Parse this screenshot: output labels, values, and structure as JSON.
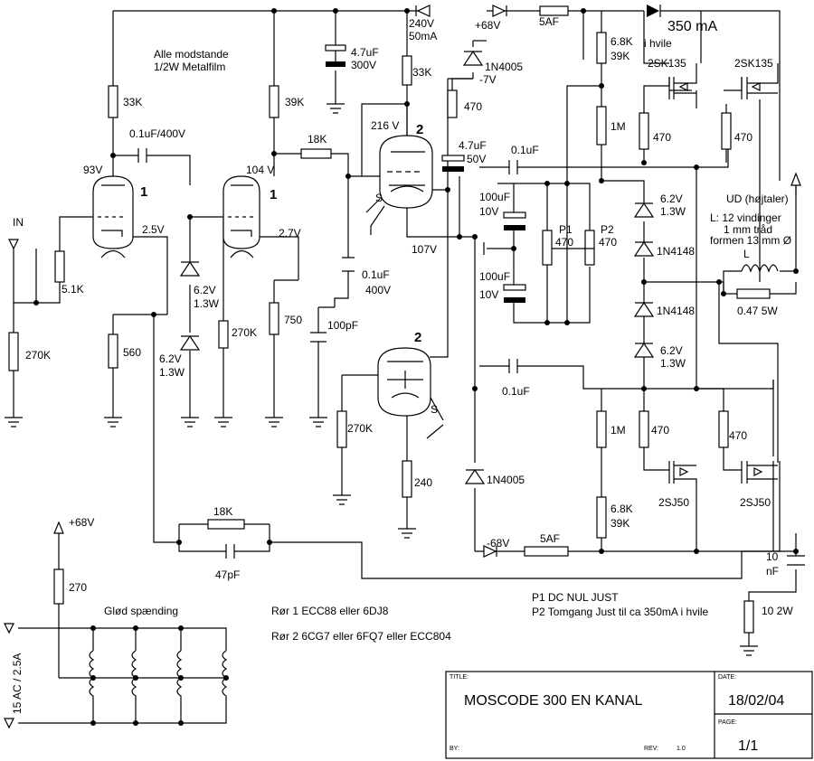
{
  "notes": {
    "resistor_note_1": "Alle modstande",
    "resistor_note_2": "1/2W Metalfilm",
    "tube1": "Rør 1 ECC88 eller 6DJ8",
    "tube2": "Rør 2 6CG7 eller 6FQ7 eller ECC804",
    "p1": "P1 DC NUL JUST",
    "p2": "P2 Tomgang Just til ca 350mA i hvile",
    "heater_title": "Glød spænding",
    "speaker": "UD (højtaler)",
    "coil_1": "L: 12 vindinger",
    "coil_2": "1 mm tråd",
    "coil_3": "formen 13 mm Ø",
    "idle_1": "350 mA",
    "idle_2": "i hvile"
  },
  "labels": {
    "in": "IN",
    "hv_240": "240V",
    "hv_50ma": "50mA",
    "v_68": "+68V",
    "v_68b": "+68V",
    "v_neg68": "-68V",
    "v_neg7": "-7V",
    "v_93": "93V",
    "v_104": "104 V",
    "v_25": "2.5V",
    "v_27": "2.7V",
    "v_216": "216 V",
    "v_107": "107V",
    "ac": "15 AC / 2.5A",
    "tube_1a": "1",
    "tube_1b": "1",
    "tube_2a": "2",
    "tube_2b": "2",
    "s1": "S",
    "s2": "S",
    "r33k_a": "33K",
    "r33k_b": "33K",
    "r39k": "39K",
    "r18k_a": "18K",
    "r18k_b": "18K",
    "r51k": "5.1K",
    "r270k_a": "270K",
    "r270k_b": "270K",
    "r270k_c": "270K",
    "r560": "560",
    "r750": "750",
    "r240": "240",
    "r270": "270",
    "r470_a": "470",
    "r470_b": "470",
    "r470_c": "470",
    "r470_d": "470",
    "r470_e": "470",
    "r1m_a": "1M",
    "r1m_b": "1M",
    "r68k_a": "6.8K",
    "r39k_a": "39K",
    "r68k_b": "6.8K",
    "r39k_b": "39K",
    "r047": "0.47 5W",
    "r10": "10 2W",
    "c01_400": "0.1uF/400V",
    "c47_300a": "4.7uF",
    "c47_300b": "300V",
    "c01b": "0.1uF",
    "c01b2": "400V",
    "c100pf": "100pF",
    "c47_50a": "4.7uF",
    "c47_50b": "50V",
    "c01c": "0.1uF",
    "c01d": "0.1uF",
    "c100u_a": "100uF",
    "c100u_a2": "10V",
    "c100u_b": "100uF",
    "c100u_b2": "10V",
    "c47pf": "47pF",
    "c10nf_a": "10",
    "c10nf_b": "nF",
    "z62_a": "6.2V",
    "z62_a2": "1.3W",
    "z62_b": "6.2V",
    "z62_b2": "1.3W",
    "z62_c": "6.2V",
    "z62_c2": "1.3W",
    "z62_d": "6.2V",
    "z62_d2": "1.3W",
    "d4005_a": "1N4005",
    "d4005_b": "1N4005",
    "d4148_a": "1N4148",
    "d4148_b": "1N4148",
    "fuse_a": "5AF",
    "fuse_b": "5AF",
    "p1": "P1",
    "p1v": "470",
    "p2": "P2",
    "p2v": "470",
    "q1": "2SK135",
    "q2": "2SK135",
    "q3": "2SJ50",
    "q4": "2SJ50",
    "coil": "L"
  },
  "title_block": {
    "title_label": "TITLE:",
    "title": "MOSCODE 300 EN KANAL",
    "date_label": "DATE:",
    "date": "18/02/04",
    "page_label": "PAGE:",
    "page": "1/1",
    "by_label": "BY:",
    "rev_label": "REV:",
    "rev": "1.0"
  }
}
